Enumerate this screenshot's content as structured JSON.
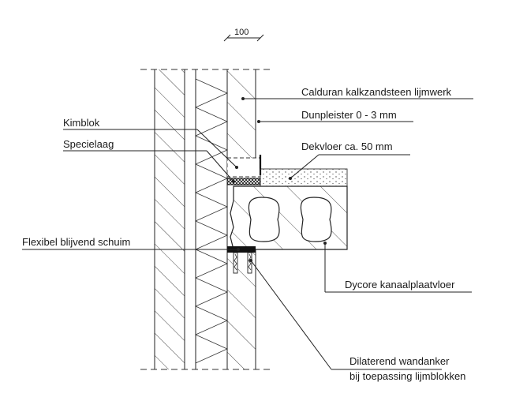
{
  "dimension": {
    "value": "100"
  },
  "labels": {
    "calduran": "Calduran kalkzandsteen lijmwerk",
    "dunpleister": "Dunpleister 0 - 3 mm",
    "kimblok": "Kimblok",
    "specielaag": "Specielaag",
    "dekvloer": "Dekvloer ca. 50 mm",
    "flexibel": "Flexibel blijvend schuim",
    "dycore": "Dycore kanaalplaatvloer",
    "dilaterend_line1": "Dilaterend wandanker",
    "dilaterend_line2": "bij toepassing lijmblokken"
  }
}
